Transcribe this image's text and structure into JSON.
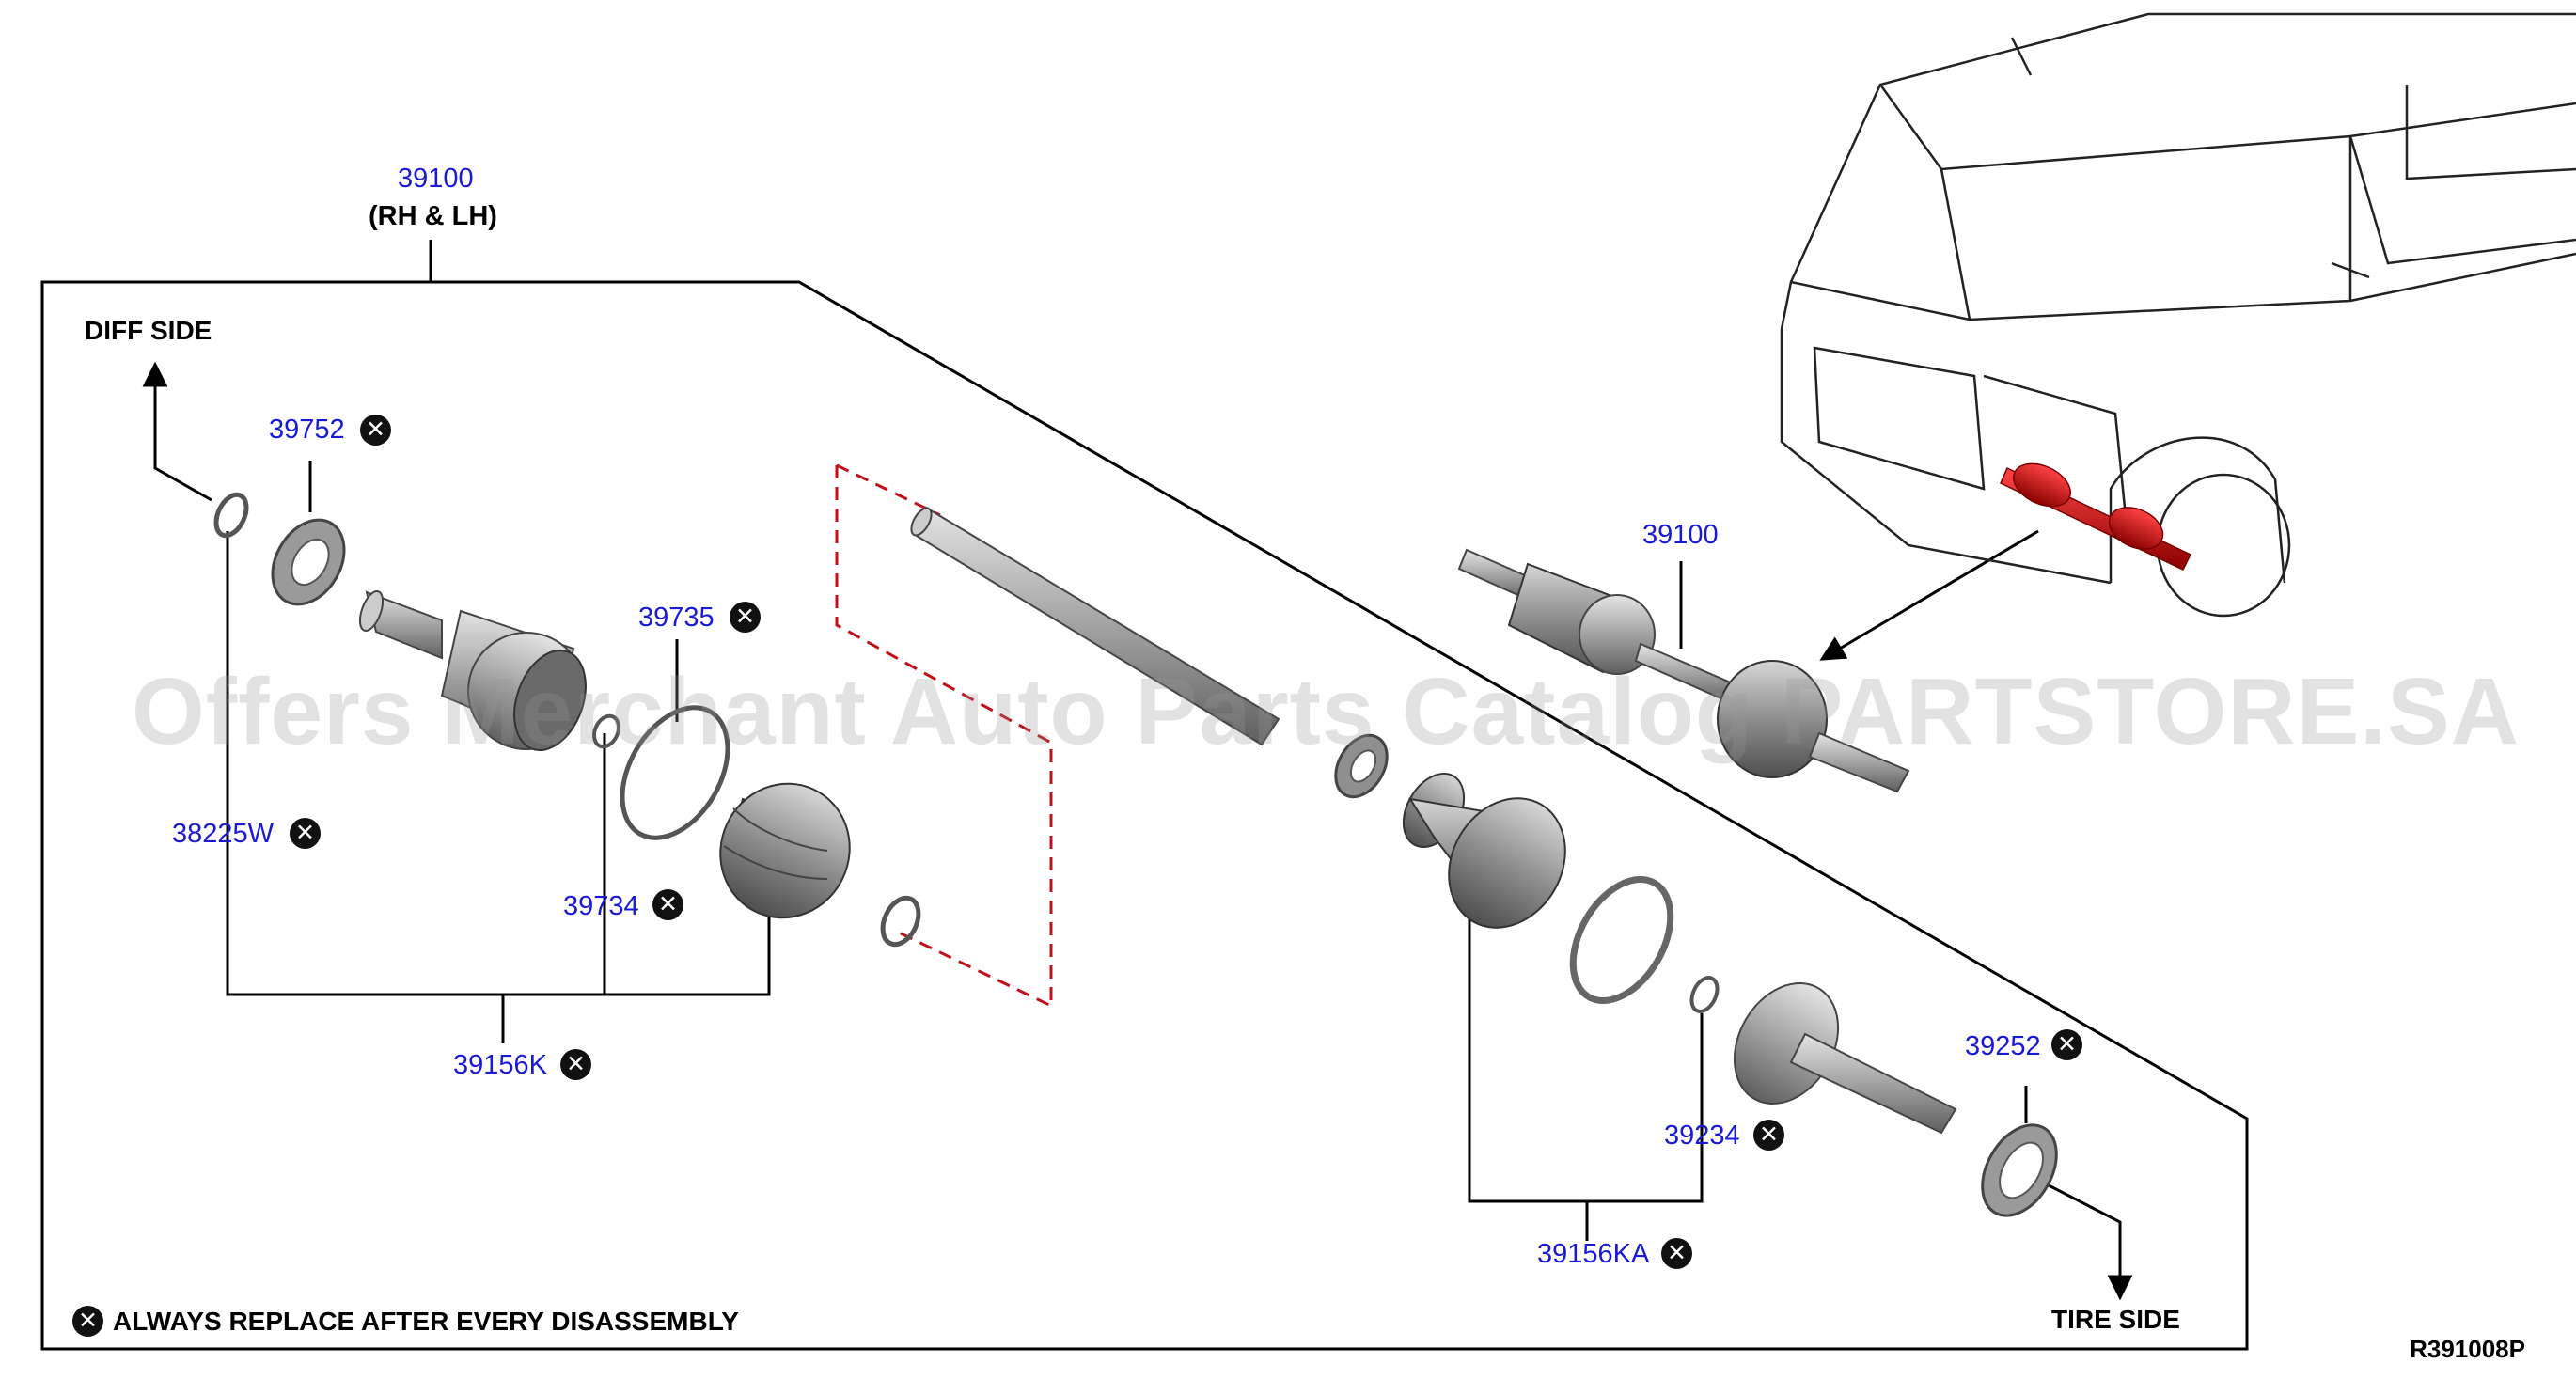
{
  "diagram": {
    "assembly": {
      "part_no": "39100",
      "note": "(RH & LH)"
    },
    "side_labels": {
      "diff": "DIFF SIDE",
      "tire": "TIRE SIDE"
    },
    "parts": [
      {
        "id": "39752",
        "replace": true
      },
      {
        "id": "39735",
        "replace": true
      },
      {
        "id": "38225W",
        "replace": true
      },
      {
        "id": "39734",
        "replace": true
      },
      {
        "id": "39156K",
        "replace": true
      },
      {
        "id": "39100",
        "replace": false
      },
      {
        "id": "39252",
        "replace": true
      },
      {
        "id": "39234",
        "replace": true
      },
      {
        "id": "39156KA",
        "replace": true
      }
    ],
    "legend": {
      "symbol": "✕",
      "text": "ALWAYS REPLACE AFTER EVERY DISASSEMBLY"
    },
    "ref_code": "R391008P",
    "watermark": "Offers Merchant Auto Parts Catalog PARTSTORE.SA"
  },
  "colors": {
    "part_number": "#1a1ad6",
    "highlight": "#c0111b",
    "line": "#000000",
    "dash": "#c0111b"
  }
}
